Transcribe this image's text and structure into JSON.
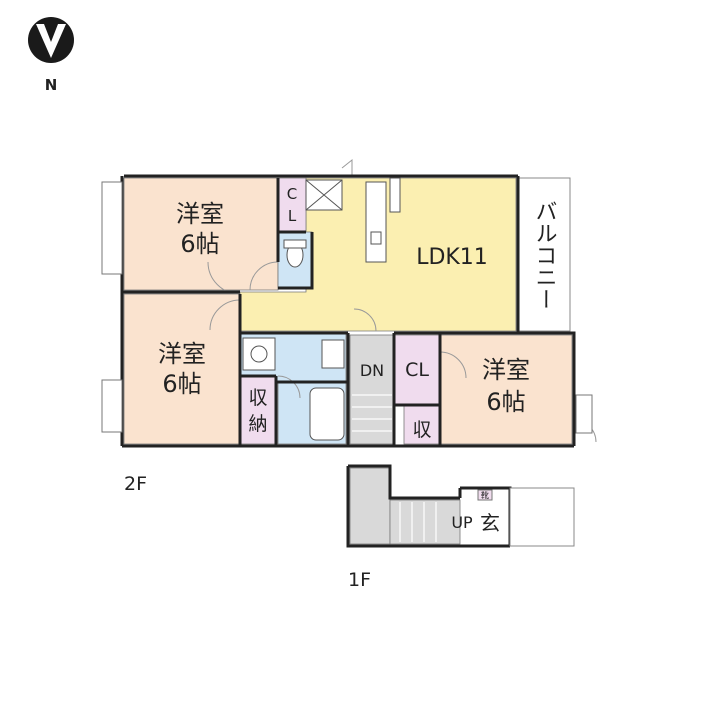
{
  "compass": {
    "label": "N"
  },
  "rooms": {
    "west_north": {
      "name": "洋室",
      "size": "6帖"
    },
    "west_south": {
      "name": "洋室",
      "size": "6帖"
    },
    "east": {
      "name": "洋室",
      "size": "6帖"
    },
    "ldk": {
      "label": "LDK11"
    },
    "balcony": {
      "label": "バルコニー"
    },
    "closet_top": {
      "c": "C",
      "l": "L"
    },
    "closet_mid": {
      "label": "CL"
    },
    "storage_left": {
      "line1": "収",
      "line2": "納"
    },
    "storage_small": {
      "label": "収"
    },
    "stairs_down": {
      "label": "DN"
    },
    "stairs_up": {
      "label": "UP"
    },
    "entrance": {
      "label": "玄"
    },
    "shoe_box": {
      "label": "靴"
    }
  },
  "floors": {
    "upper": "2F",
    "lower": "1F"
  },
  "colors": {
    "bedroom": "#fae3cf",
    "ldk": "#fbefb1",
    "water": "#cfe5f5",
    "storage": "#f0dcee",
    "stairs": "#d9d9d9",
    "wall": "#222222"
  }
}
